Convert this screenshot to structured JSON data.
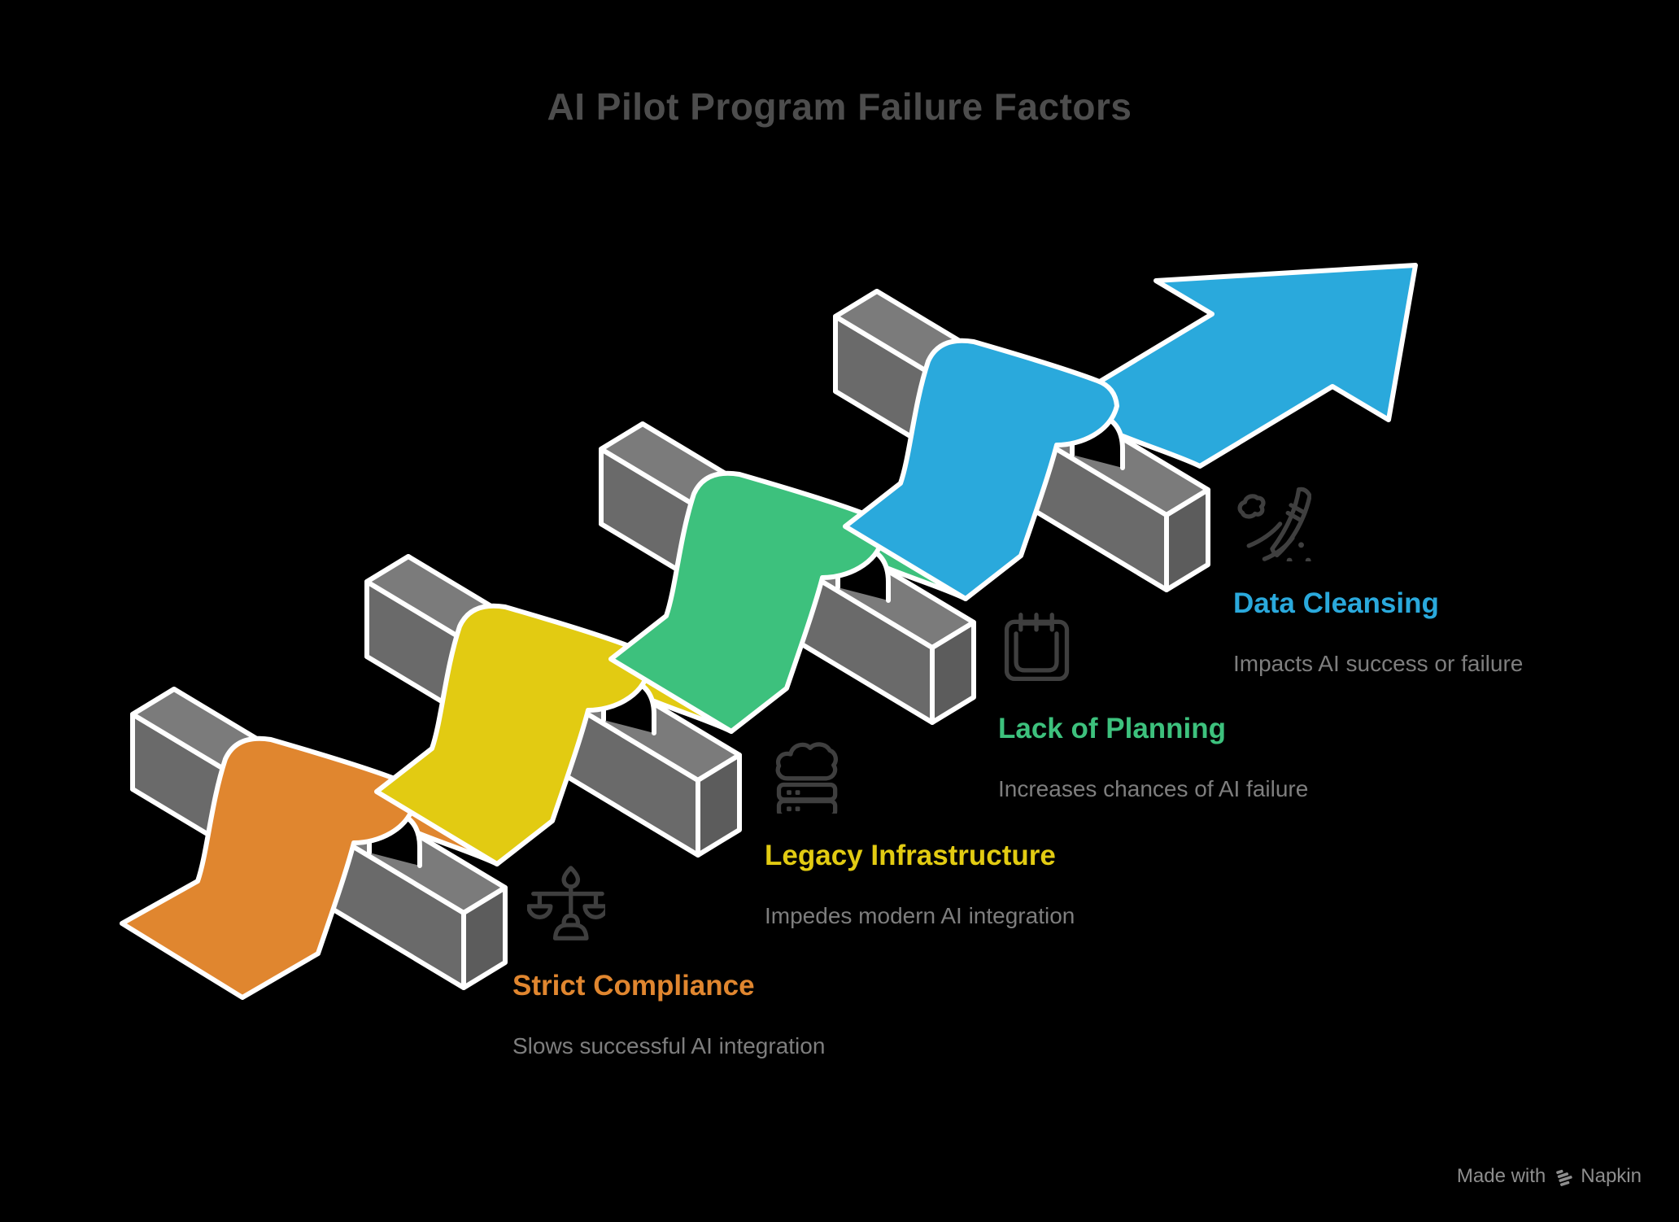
{
  "title": "AI Pilot Program Failure Factors",
  "factors": [
    {
      "name": "Strict Compliance",
      "description": "Slows successful AI integration",
      "color": "#E0862F",
      "icon": "scales-icon"
    },
    {
      "name": "Legacy Infrastructure",
      "description": "Impedes modern AI integration",
      "color": "#E2CB12",
      "icon": "cloud-server-icon"
    },
    {
      "name": "Lack of Planning",
      "description": "Increases chances of AI failure",
      "color": "#3DC17D",
      "icon": "calendar-icon"
    },
    {
      "name": "Data Cleansing",
      "description": "Impacts AI success or failure",
      "color": "#2AA9DC",
      "icon": "paintbrush-icon"
    }
  ],
  "colors": {
    "background": "#000000",
    "outline": "#FFFFFF",
    "beam_top": "#7B7B7B",
    "beam_front": "#6A6A6A",
    "beam_left_cap": "#4F4F4F",
    "beam_right_cap": "#5C5C5C",
    "title": "#4D4D4D",
    "description": "#7E7E7E",
    "icon": "#3F3F3F",
    "attribution": "#8E8E8E"
  },
  "attribution": {
    "made_with": "Made with",
    "brand": "Napkin"
  }
}
